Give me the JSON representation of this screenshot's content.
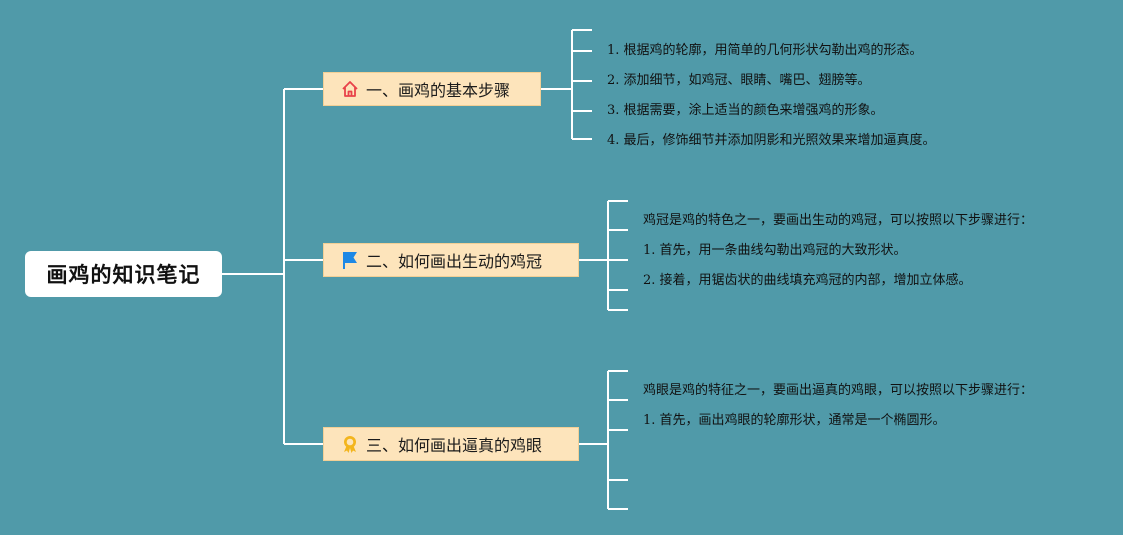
{
  "root": {
    "title": "画鸡的知识笔记"
  },
  "branches": [
    {
      "title": "一、画鸡的基本步骤",
      "icon": "home-icon",
      "leaves": [
        "1. 根据鸡的轮廓，用简单的几何形状勾勒出鸡的形态。",
        "2. 添加细节，如鸡冠、眼睛、嘴巴、翅膀等。",
        "3. 根据需要，涂上适当的颜色来增强鸡的形象。",
        "4. 最后，修饰细节并添加阴影和光照效果来增加逼真度。"
      ]
    },
    {
      "title": "二、如何画出生动的鸡冠",
      "icon": "flag-icon",
      "leaves": [
        "鸡冠是鸡的特色之一，要画出生动的鸡冠，可以按照以下步骤进行：",
        "1. 首先，用一条曲线勾勒出鸡冠的大致形状。",
        "2. 接着，用锯齿状的曲线填充鸡冠的内部，增加立体感。",
        ""
      ]
    },
    {
      "title": "三、如何画出逼真的鸡眼",
      "icon": "award-ribbon-icon",
      "leaves": [
        "鸡眼是鸡的特征之一，要画出逼真的鸡眼，可以按照以下步骤进行：",
        "1. 首先，画出鸡眼的轮廓形状，通常是一个椭圆形。",
        "",
        "",
        ""
      ]
    }
  ],
  "colors": {
    "background": "#509aa9",
    "line": "#ffffff",
    "branch_fill": "#fde4bb",
    "home_icon": "#e8424a",
    "flag_icon": "#1e88e5",
    "award_icon": "#f3b51c"
  }
}
